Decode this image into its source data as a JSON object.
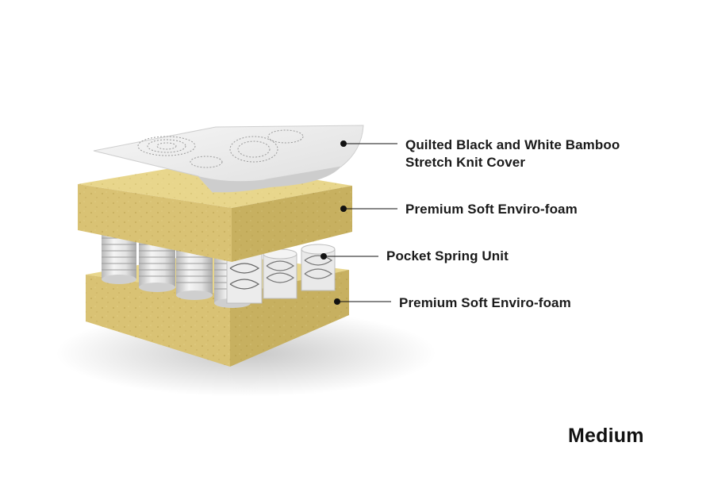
{
  "labels": {
    "cover_line1": "Quilted Black and White Bamboo",
    "cover_line2": "Stretch Knit Cover",
    "foam_top": "Premium Soft Enviro-foam",
    "spring": "Pocket Spring Unit",
    "foam_bottom": "Premium Soft Enviro-foam"
  },
  "firmness": "Medium",
  "colors": {
    "foam_front": "#d9c274",
    "foam_top_face": "#e8d68c",
    "foam_side": "#b9a353",
    "cover": "#f1f1f1",
    "leader": "#111111"
  }
}
